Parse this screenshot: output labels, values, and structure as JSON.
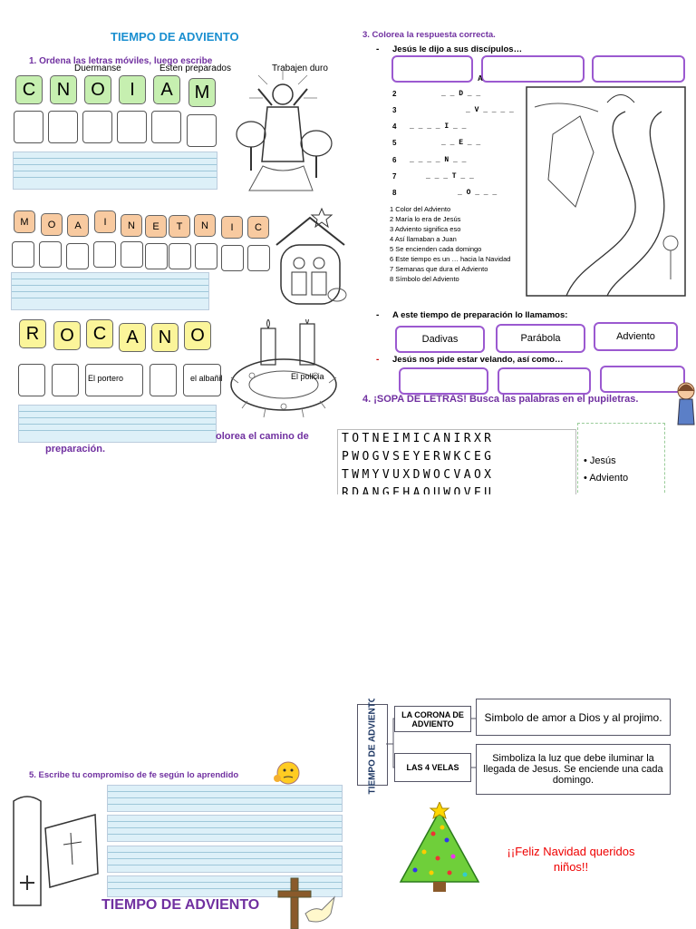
{
  "page1": {
    "title": "TIEMPO DE ADVIENTO",
    "q1": "1.  Ordena las letras móviles, luego escribe",
    "word_labels": [
      "Duermanse",
      "Esten preparados",
      "Trabajen duro"
    ],
    "tiles1": [
      "C",
      "N",
      "O",
      "I",
      "A",
      "M"
    ],
    "tiles2": [
      "M",
      "O",
      "A",
      "I",
      "N",
      "E",
      "T",
      "N",
      "I",
      "C"
    ],
    "tiles3": [
      "R",
      "O",
      "C",
      "A",
      "N",
      "O"
    ],
    "row3_labels": [
      "El portero",
      "el albañil",
      "El policía"
    ],
    "q2_tail": "olorea  el  camino  de",
    "q2_line2": "preparación.",
    "q3": "3.  Colorea la respuesta correcta.",
    "q3a": "Jesús le dijo a sus discípulos…",
    "q3b": "A este tiempo de preparación lo llamamos:",
    "q3b_options": [
      "Dadivas",
      "Parábola",
      "Adviento"
    ],
    "q3c": "Jesús nos pide estar velando, así como…",
    "dash": "-",
    "crossword_rows": [
      {
        "n": "2",
        "cells": "_ _  D  _ _"
      },
      {
        "n": "3",
        "cells": "_  V  _ _ _ _"
      },
      {
        "n": "4",
        "cells": "_ _ _ _  I  _ _"
      },
      {
        "n": "5",
        "cells": "_ _  E  _ _"
      },
      {
        "n": "6",
        "cells": "_ _ _ _  N  _ _"
      },
      {
        "n": "7",
        "cells": "_ _ _  T  _ _"
      },
      {
        "n": "8",
        "cells": "_  O  _ _ _"
      }
    ],
    "crossword_top": "A",
    "clues": [
      "1 Color del Adviento",
      "2 María lo era de Jesús",
      "3 Adviento significa eso",
      "4 Así llamaban a Juan",
      "5 Se encienden cada domingo",
      "6 Este tiempo es un … hacia la Navidad",
      "7 Semanas que dura el Adviento",
      "8 Símbolo del Adviento"
    ],
    "q4": "4.  ¡SOPA DE LETRAS! Busca las palabras en el pupiletras.",
    "wordsearch": [
      "TOTNEIMICANIRXR",
      "PWOGVSEYERWKCEG",
      "TWMYVUXDWOCVAOX",
      "RDANGEHAQUWOVEU"
    ],
    "word_list": [
      "Jesús",
      "Adviento"
    ]
  },
  "page2": {
    "q5": "5.  Escribe tu compromiso de fe según lo aprendido",
    "footer_title": "TIEMPO DE ADVIENTO",
    "map_vertical": "TIEMPO DE ADVIENTO",
    "map_items": [
      {
        "label": "LA CORONA DE ADVIENTO",
        "desc": "Simbolo de amor a Dios y al projimo."
      },
      {
        "label": "LAS 4 VELAS",
        "desc": "Simboliza la luz que debe iluminar la llegada de Jesus. Se enciende una cada domingo."
      }
    ],
    "greeting": "¡¡Feliz Navidad queridos niños!!"
  }
}
